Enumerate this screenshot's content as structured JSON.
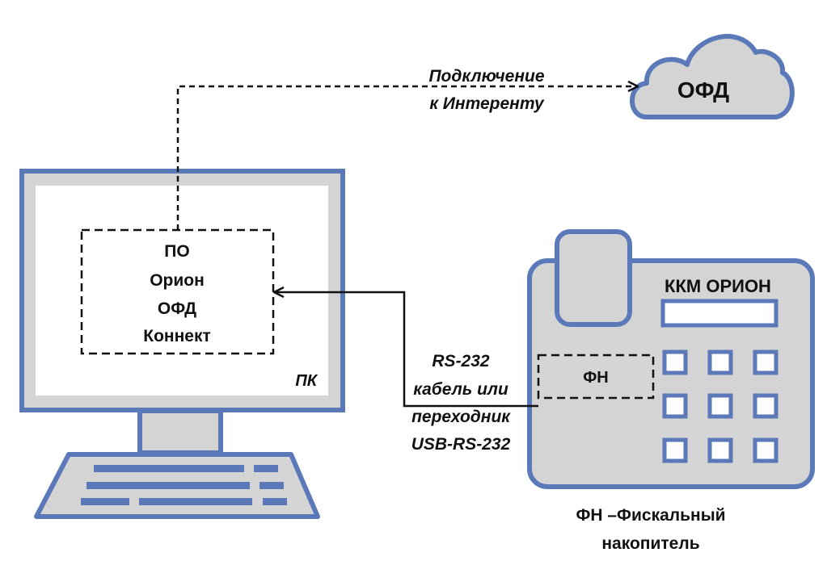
{
  "cloud": {
    "label": "ОФД"
  },
  "internet": {
    "line1": "Подключение",
    "line2": "к Интеренту"
  },
  "pc": {
    "label": "ПК",
    "software": {
      "line1": "ПО",
      "line2": "Орион",
      "line3": "ОФД",
      "line4": "Коннект"
    }
  },
  "cable": {
    "line1": "RS-232",
    "line2": "кабель или",
    "line3": "переходник",
    "line4": "USB-RS-232"
  },
  "kkm": {
    "title": "ККМ ОРИОН",
    "fn": "ФН"
  },
  "fn_caption": {
    "line1": "ФН –Фискальный",
    "line2": "накопитель"
  },
  "colors": {
    "device_fill": "#d4d4d4",
    "device_stroke": "#5b78b8",
    "screen_fill": "#ffffff"
  }
}
